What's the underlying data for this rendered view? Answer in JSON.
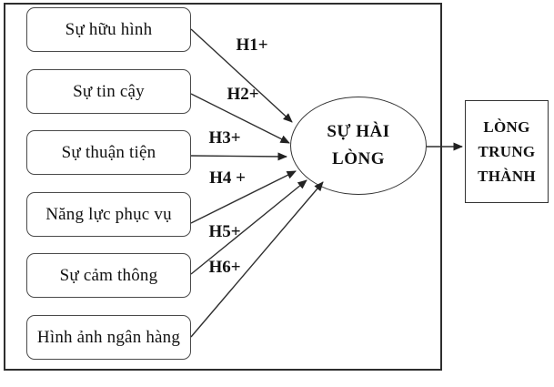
{
  "diagram": {
    "factors": [
      {
        "label": "Sự hữu hình",
        "hypothesis": "H1+"
      },
      {
        "label": "Sự tin cậy",
        "hypothesis": "H2+"
      },
      {
        "label": "Sự thuận tiện",
        "hypothesis": "H3+"
      },
      {
        "label": "Năng lực phục vụ",
        "hypothesis": "H4 +"
      },
      {
        "label": "Sự cảm thông",
        "hypothesis": "H5+"
      },
      {
        "label": "Hình ảnh ngân hàng",
        "hypothesis": "H6+"
      }
    ],
    "mediator": {
      "line1": "SỰ HÀI",
      "line2": "LÒNG"
    },
    "outcome": {
      "line1": "LÒNG",
      "line2": "TRUNG",
      "line3": "THÀNH"
    },
    "colors": {
      "background": "#ffffff",
      "outer_border": "#2e2e2e",
      "box_border": "#4a4a4a",
      "arrow": "#2f2f2f",
      "text": "#111111"
    }
  }
}
